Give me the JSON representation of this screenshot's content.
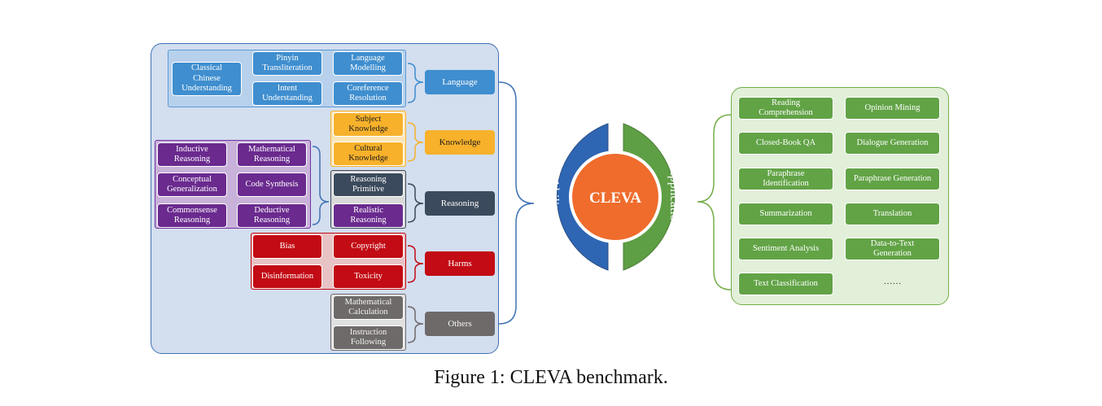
{
  "caption": "Figure 1: CLEVA benchmark.",
  "center": {
    "label": "CLEVA",
    "left_arc": "Ability",
    "right_arc": "Application"
  },
  "ability": {
    "categories": {
      "language": "Language",
      "knowledge": "Knowledge",
      "reasoning": "Reasoning",
      "harms": "Harms",
      "others": "Others"
    },
    "language_items": {
      "classical": "Classical\nChinese\nUnderstanding",
      "pinyin": "Pinyin\nTransliteration",
      "lm": "Language\nModelling",
      "intent": "Intent\nUnderstanding",
      "coref": "Coreference\nResolution"
    },
    "knowledge_items": {
      "subject": "Subject\nKnowledge",
      "cultural": "Cultural\nKnowledge"
    },
    "reasoning_items": {
      "inductive": "Inductive\nReasoning",
      "mathematical": "Mathematical\nReasoning",
      "conceptual": "Conceptual\nGeneralization",
      "code": "Code Synthesis",
      "commonsense": "Commonsense\nReasoning",
      "deductive": "Deductive\nReasoning",
      "primitive": "Reasoning\nPrimitive",
      "realistic": "Realistic\nReasoning"
    },
    "harms_items": {
      "bias": "Bias",
      "copyright": "Copyright",
      "disinformation": "Disinformation",
      "toxicity": "Toxicity"
    },
    "others_items": {
      "math_calc": "Mathematical\nCalculation",
      "instruction": "Instruction\nFollowing"
    }
  },
  "application": {
    "items": {
      "reading": "Reading\nComprehension",
      "opinion": "Opinion Mining",
      "closedbook": "Closed-Book QA",
      "dialogue": "Dialogue Generation",
      "para_id": "Paraphrase\nIdentification",
      "para_gen": "Paraphrase Generation",
      "summarization": "Summarization",
      "translation": "Translation",
      "sentiment": "Sentiment Analysis",
      "d2t": "Data-to-Text\nGeneration",
      "textclass": "Text Classification",
      "more": "……"
    }
  },
  "colors": {
    "ability_panel": "#d3deef",
    "ability_border": "#3f72b4",
    "application_panel": "#e2efd9",
    "application_border": "#72ad47",
    "center": "#ef6c2c",
    "left_arc": "#2f66b3",
    "right_arc": "#5e9e44"
  }
}
